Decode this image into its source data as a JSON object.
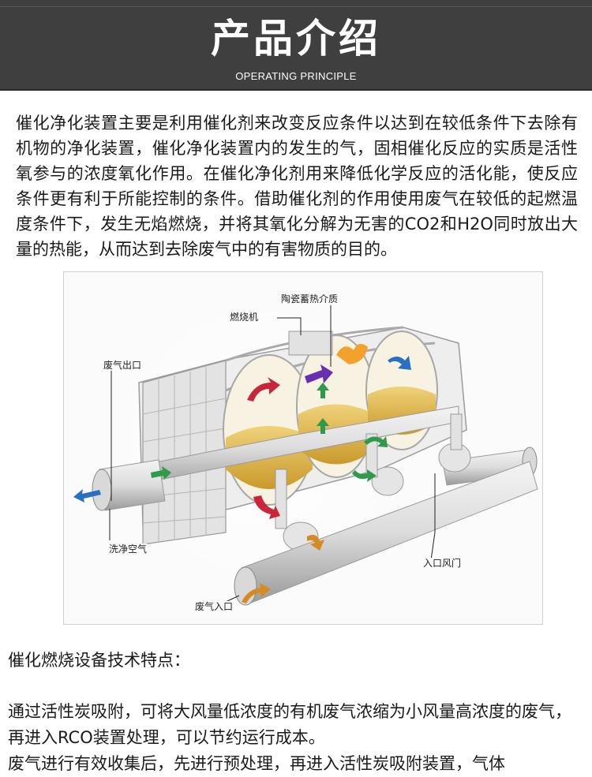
{
  "header": {
    "title": "产品介绍",
    "subtitle": "OPERATING PRINCIPLE"
  },
  "intro": "催化净化装置主要是利用催化剂来改变反应条件以达到在较低条件下去除有机物的净化装置，催化净化装置内的发生的气，固相催化反应的实质是活性氧参与的浓度氧化作用。在催化净化剂用来降低化学反应的活化能，使反应条件更有利于所能控制的条件。借助催化剂的作用使用废气在较低的起燃温度条件下，发生无焰燃烧，并将其氧化分解为无害的CO2和H2O同时放出大量的热能，从而达到去除废气中的有害物质的目的。",
  "diagram": {
    "labels": {
      "ceramic": "陶瓷蓄热介质",
      "burner": "燃烧机",
      "exhaust_outlet": "废气出口",
      "clean_air": "洗净空气",
      "inlet_valve": "入口风门",
      "gas_inlet": "废气入口"
    },
    "colors": {
      "arrow_green": "#2e9a4a",
      "arrow_red": "#c8263a",
      "arrow_blue": "#2a6fc4",
      "arrow_purple": "#6a2fb0",
      "arrow_orange": "#d68a22",
      "media_yellow": "#d8b54a"
    }
  },
  "features": {
    "title": "催化燃烧设备技术特点：",
    "paragraph1": "通过活性炭吸附，可将大风量低浓度的有机废气浓缩为小风量高浓度的废气，再进入RCO装置处理，可以节约运行成本。",
    "paragraph2": "废气进行有效收集后，先进行预处理，再进入活性炭吸附装置，气体"
  }
}
